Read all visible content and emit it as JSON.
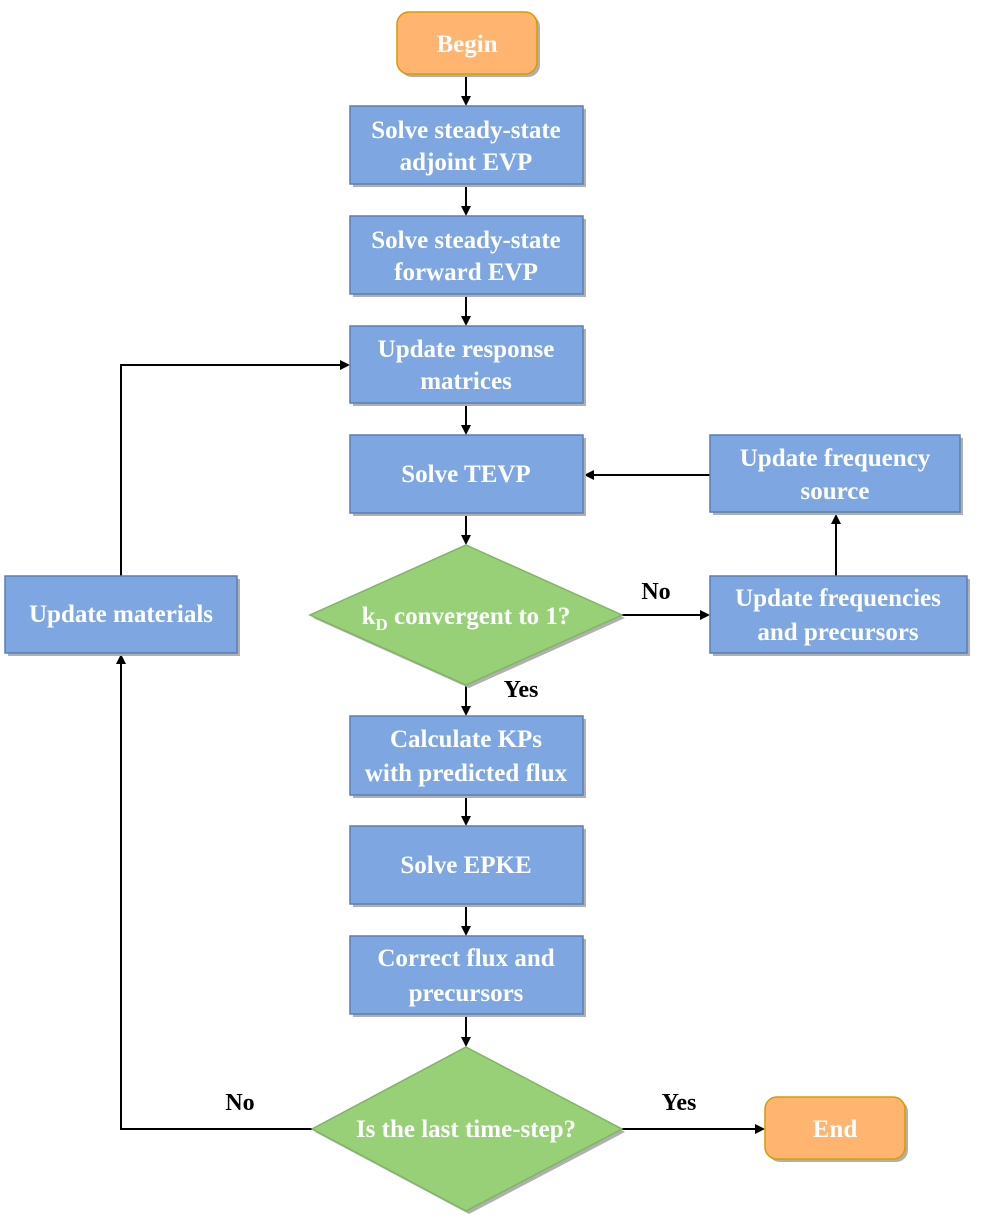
{
  "colors": {
    "process_fill": "#7ea6e0",
    "process_stroke": "#5a7fb3",
    "decision_fill": "#97d077",
    "decision_stroke": "#82b366",
    "terminal_fill": "#ffb570",
    "terminal_stroke": "#d79b00",
    "edge": "#000000",
    "shadow": "#b0b0b0"
  },
  "nodes": {
    "begin": {
      "text": "Begin"
    },
    "adjoint_evp": {
      "line1": "Solve steady-state",
      "line2": "adjoint EVP"
    },
    "forward_evp": {
      "line1": "Solve steady-state",
      "line2": "forward EVP"
    },
    "response_matrices": {
      "line1": "Update response",
      "line2": "matrices"
    },
    "solve_tevp": {
      "text": "Solve TEVP"
    },
    "freq_source": {
      "line1": "Update frequency",
      "line2": "source"
    },
    "kd_check": {
      "k": "k",
      "sub": "D",
      "rest": " convergent to 1?"
    },
    "update_freqs": {
      "line1": "Update frequencies",
      "line2": "and precursors"
    },
    "update_materials": {
      "text": "Update materials"
    },
    "calc_kps": {
      "line1": "Calculate KPs",
      "line2": "with predicted flux"
    },
    "solve_epke": {
      "text": "Solve EPKE"
    },
    "correct_flux": {
      "line1": "Correct flux and",
      "line2": "precursors"
    },
    "last_step": {
      "text": "Is the last time-step?"
    },
    "end": {
      "text": "End"
    }
  },
  "edge_labels": {
    "kd_no": "No",
    "kd_yes": "Yes",
    "last_no": "No",
    "last_yes": "Yes"
  }
}
